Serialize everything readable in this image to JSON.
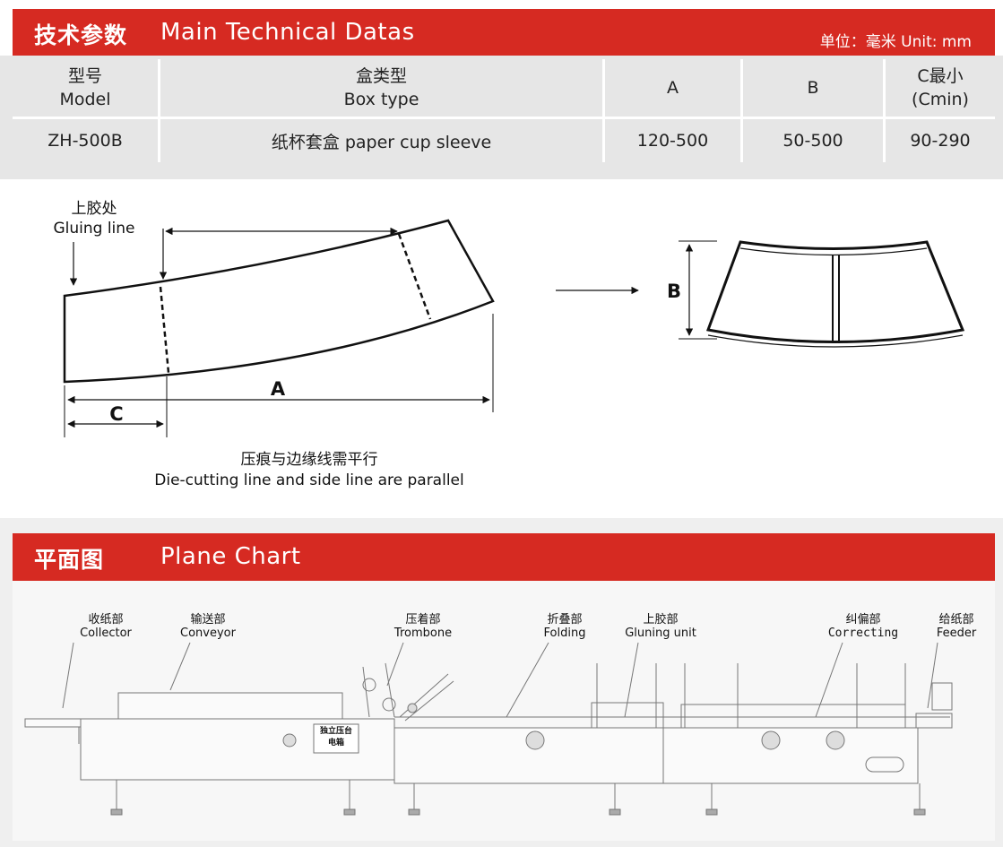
{
  "section1": {
    "title_zh": "技术参数",
    "title_en": "Main Technical Datas",
    "unit": "单位：毫米 Unit: mm"
  },
  "table": {
    "headers": [
      {
        "zh": "型号",
        "en": "Model"
      },
      {
        "zh": "盒类型",
        "en": "Box type"
      },
      {
        "zh": "",
        "en": "A"
      },
      {
        "zh": "",
        "en": "B"
      },
      {
        "zh": "C最小",
        "en": "(Cmin)"
      }
    ],
    "rows": [
      [
        "ZH-500B",
        "纸杯套盒  paper cup sleeve",
        "120-500",
        "50-500",
        "90-290"
      ]
    ]
  },
  "diagram": {
    "gluing_zh": "上胶处",
    "gluing_en": "Gluing line",
    "label_a": "A",
    "label_b": "B",
    "label_c": "C",
    "note_zh": "压痕与边缘线需平行",
    "note_en": "Die-cutting line and side line are parallel"
  },
  "section2": {
    "title_zh": "平面图",
    "title_en": "Plane Chart"
  },
  "machine": {
    "parts": [
      {
        "zh": "收纸部",
        "en": "Collector"
      },
      {
        "zh": "输送部",
        "en": "Conveyor"
      },
      {
        "zh": "压着部",
        "en": "Trombone"
      },
      {
        "zh": "折叠部",
        "en": "Folding"
      },
      {
        "zh": "上胶部",
        "en": "Gluning unit"
      },
      {
        "zh": "纠偏部",
        "en": "Correcting"
      },
      {
        "zh": "给纸部",
        "en": "Feeder"
      }
    ],
    "panel_text": [
      "独立压台",
      "电箱"
    ]
  }
}
